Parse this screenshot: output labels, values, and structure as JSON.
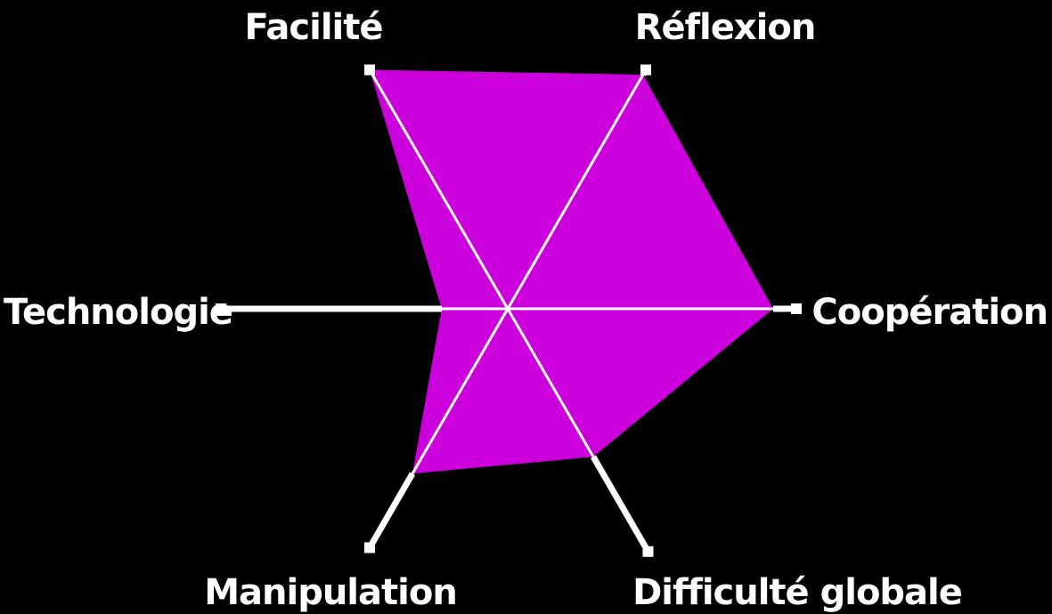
{
  "chart_data": {
    "type": "radar",
    "title": "",
    "categories": [
      "Facilité",
      "Réflexion",
      "Coopération",
      "Difficulté globale",
      "Manipulation",
      "Technologie"
    ],
    "series": [
      {
        "name": "",
        "values": [
          1.0,
          0.98,
          0.92,
          0.61,
          0.69,
          0.23
        ],
        "color": "#CC00DD"
      }
    ],
    "range": [
      0,
      1
    ],
    "grid": false,
    "legend": "none"
  },
  "style": {
    "background": "#000000",
    "fill": "#CC00DD",
    "axis_color": "#FFFFFF",
    "label_color": "#FFFFFF"
  },
  "labels": {
    "top_left": "Facilité",
    "top_right": "Réflexion",
    "right": "Coopération",
    "bottom_right": "Difficulté globale",
    "bottom_left": "Manipulation",
    "left": "Technologie"
  }
}
